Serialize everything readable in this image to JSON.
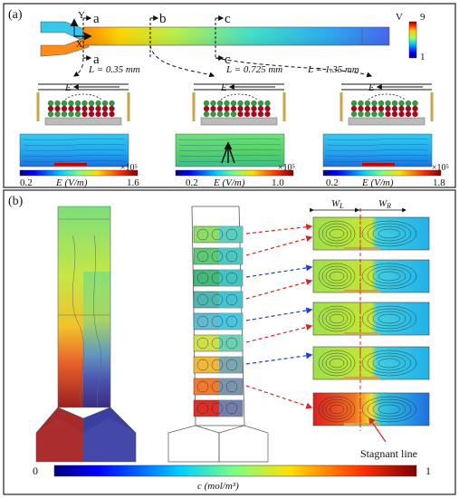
{
  "panel_a": {
    "label": "(a)",
    "axis": {
      "y": "Y",
      "x": "X"
    },
    "sections": [
      "a",
      "b",
      "c"
    ],
    "potential_bar": {
      "unit": "V",
      "max": "9",
      "min": "1"
    },
    "lengths": [
      {
        "text": "L = 0.35 mm"
      },
      {
        "text": "L = 0.725 mm"
      },
      {
        "text": "L = 1.35 mm"
      }
    ],
    "field_symbol": "E",
    "insets": [
      {
        "min": "0.2",
        "max": "1.6",
        "exp": "×10⁵",
        "unit": "E (V/m)"
      },
      {
        "min": "0.2",
        "max": "1.0",
        "exp": "×10⁵",
        "unit": "E (V/m)"
      },
      {
        "min": "0.2",
        "max": "1.8",
        "exp": "×10⁵",
        "unit": "E (V/m)"
      }
    ],
    "colors": {
      "hot": "#d7301f",
      "cold": "#2c7fb8",
      "ion_green": "#2e9e3a",
      "ion_red": "#b3001b",
      "electrode": "#c8a64a"
    }
  },
  "panel_b": {
    "label": "(b)",
    "widths": {
      "left": "W",
      "left_sub": "L",
      "right": "W",
      "right_sub": "R"
    },
    "annotation": "Stagnant line",
    "colorbar": {
      "min": "0",
      "max": "1",
      "unit": "c (mol/m³)"
    },
    "arrow_colors": [
      "#d62728",
      "#d62728",
      "#1f3fcf",
      "#d62728",
      "#1f3fcf",
      "#d62728",
      "#1f3fcf",
      "#d62728"
    ]
  }
}
